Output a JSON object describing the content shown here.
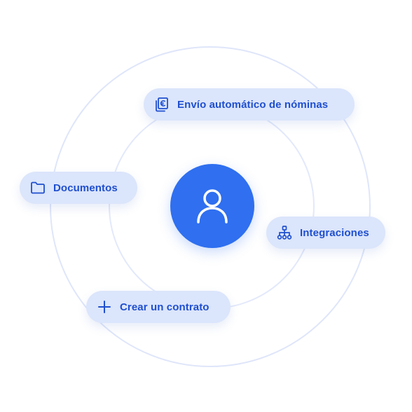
{
  "center": {
    "icon": "user-icon",
    "accent": "#2f6ff0"
  },
  "chips": {
    "nominas": {
      "label": "Envío automático de nóminas",
      "icon": "euro-documents-icon"
    },
    "documents": {
      "label": "Documentos",
      "icon": "folder-icon"
    },
    "integrations": {
      "label": "Integraciones",
      "icon": "hierarchy-icon"
    },
    "contract": {
      "label": "Crear un contrato",
      "icon": "plus-icon"
    }
  },
  "colors": {
    "chip_bg": "#dbe5fb",
    "chip_text": "#1f4fcf",
    "ring": "#dfe6fa"
  }
}
